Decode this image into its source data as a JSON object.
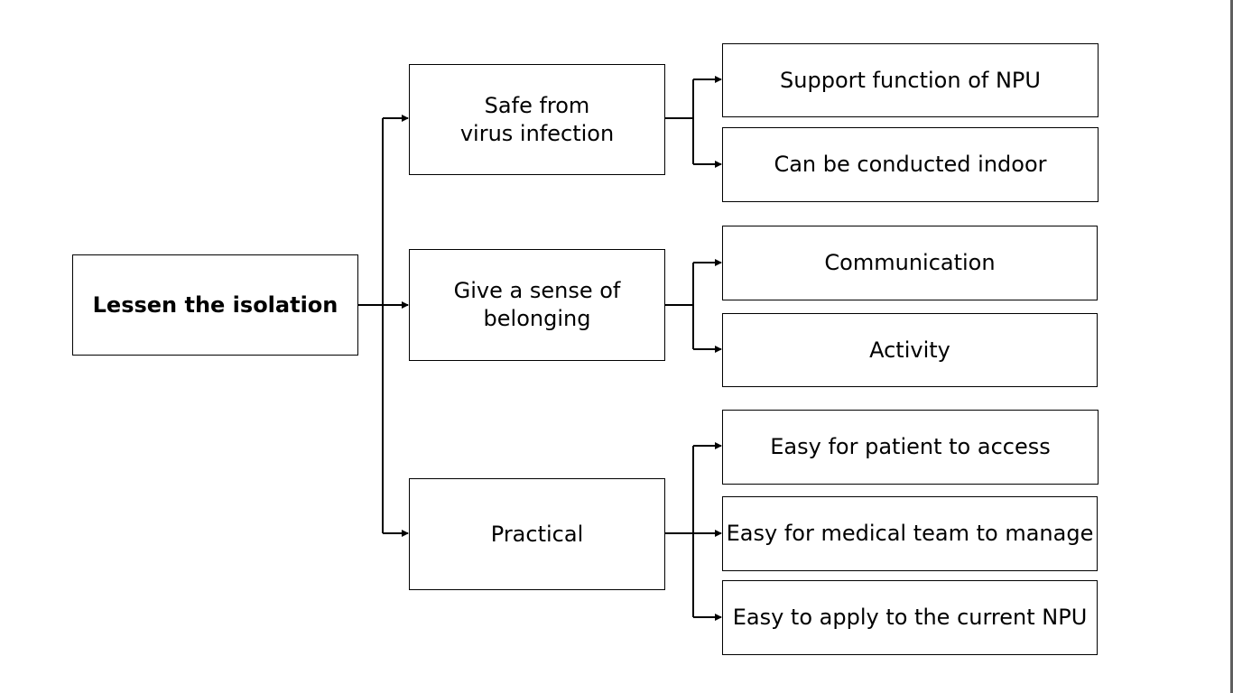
{
  "root": {
    "label": "Lessen the isolation"
  },
  "branches": [
    {
      "label": "Safe from\nvirus infection",
      "children": [
        "Support function of NPU",
        "Can be conducted indoor"
      ]
    },
    {
      "label": "Give a sense of\nbelonging",
      "children": [
        "Communication",
        "Activity"
      ]
    },
    {
      "label": "Practical",
      "children": [
        "Easy for patient to access",
        "Easy for medical team to manage",
        "Easy to apply to the current NPU"
      ]
    }
  ]
}
